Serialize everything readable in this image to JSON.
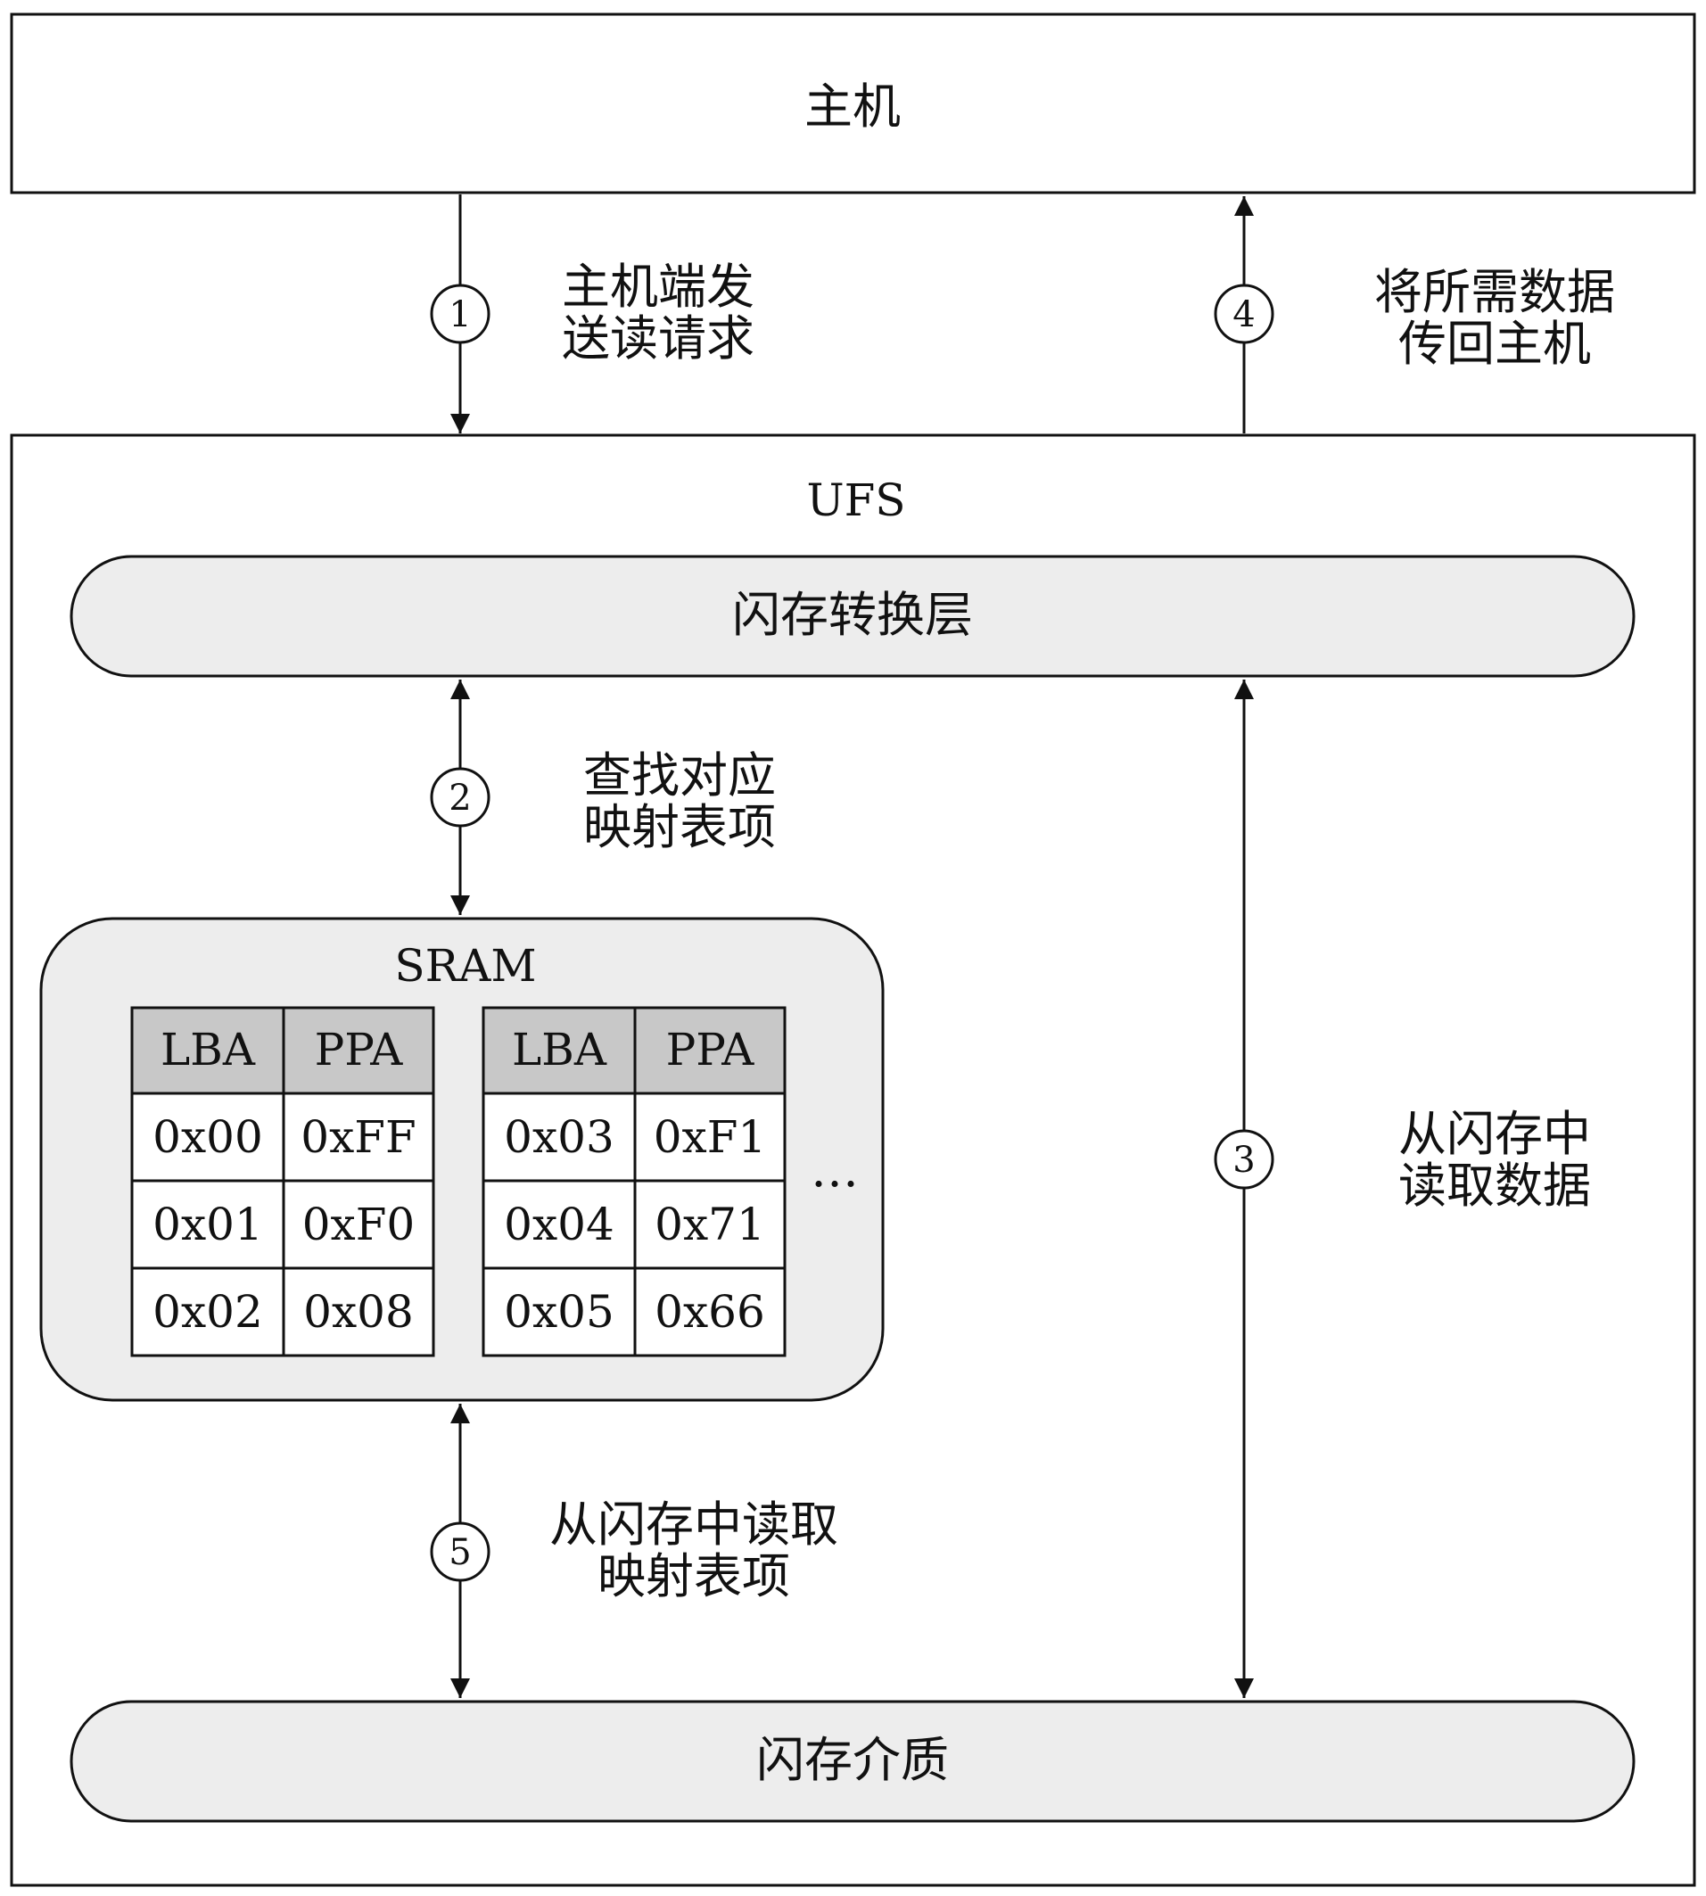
{
  "host": {
    "label": "主机"
  },
  "ufs": {
    "label": "UFS"
  },
  "ftl": {
    "label": "闪存转换层"
  },
  "flash": {
    "label": "闪存介质"
  },
  "sram": {
    "label": "SRAM",
    "tables": [
      {
        "headers": [
          "LBA",
          "PPA"
        ],
        "rows": [
          [
            "0x00",
            "0xFF"
          ],
          [
            "0x01",
            "0xF0"
          ],
          [
            "0x02",
            "0x08"
          ]
        ]
      },
      {
        "headers": [
          "LBA",
          "PPA"
        ],
        "rows": [
          [
            "0x03",
            "0xF1"
          ],
          [
            "0x04",
            "0x71"
          ],
          [
            "0x05",
            "0x66"
          ]
        ]
      }
    ],
    "ellipsis": "…"
  },
  "steps": [
    {
      "num": "1",
      "lines": [
        "主机端发",
        "送读请求"
      ]
    },
    {
      "num": "2",
      "lines": [
        "查找对应",
        "映射表项"
      ]
    },
    {
      "num": "3",
      "lines": [
        "从闪存中",
        "读取数据"
      ]
    },
    {
      "num": "4",
      "lines": [
        "将所需数据",
        "传回主机"
      ]
    },
    {
      "num": "5",
      "lines": [
        "从闪存中读取",
        "映射表项"
      ]
    }
  ],
  "colors": {
    "line": "#111111",
    "fill_gray": "#ededed",
    "header_gray": "#c8c8c8"
  }
}
